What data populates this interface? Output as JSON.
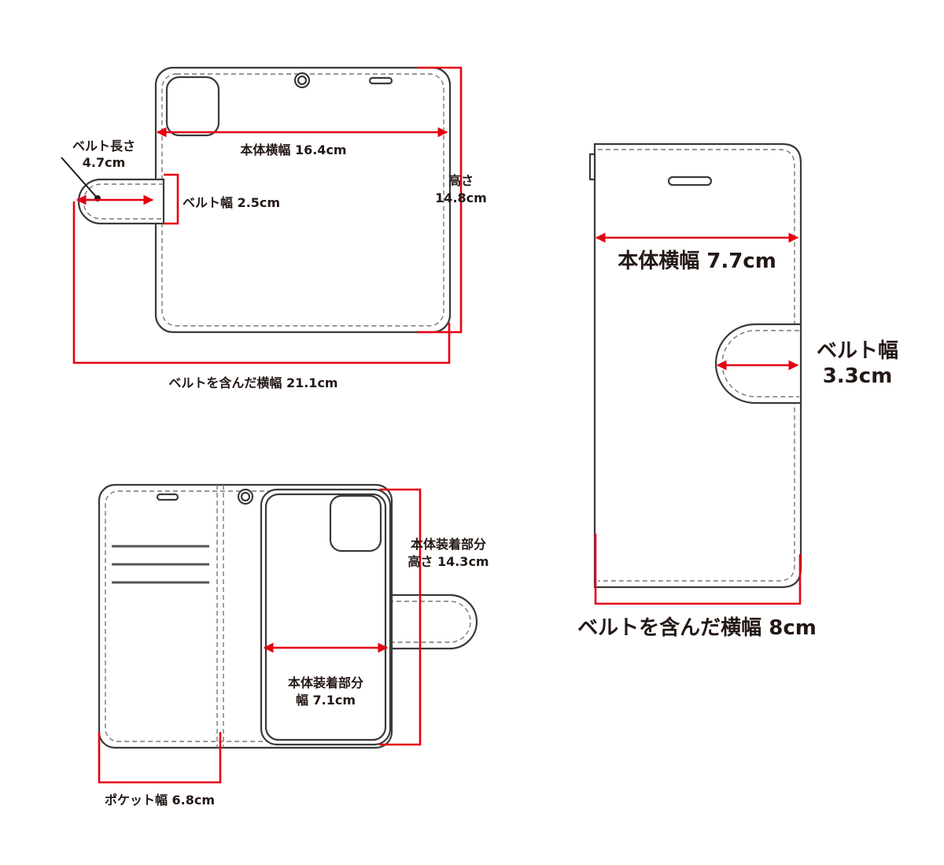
{
  "labels": {
    "belt_length_line1": "ベルト長さ",
    "belt_length_line2": "4.7cm",
    "open_body_width": "本体横幅 16.4cm",
    "open_height_line1": "高さ",
    "open_height_line2": "14.8cm",
    "open_belt_width": "ベルト幅 2.5cm",
    "open_width_with_belt": "ベルトを含んだ横幅 21.1cm",
    "closed_body_width": "本体横幅 7.7cm",
    "closed_belt_width_line1": "ベルト幅",
    "closed_belt_width_line2": "3.3cm",
    "closed_width_with_belt": "ベルトを含んだ横幅 8cm",
    "mount_height_line1": "本体装着部分",
    "mount_height_line2": "高さ 14.3cm",
    "mount_width_line1": "本体装着部分",
    "mount_width_line2": "幅 7.1cm",
    "pocket_width": "ポケット幅 6.8cm"
  },
  "colors": {
    "dimension_line": "#e60012",
    "outline": "#3a3a3a",
    "text": "#231815"
  }
}
